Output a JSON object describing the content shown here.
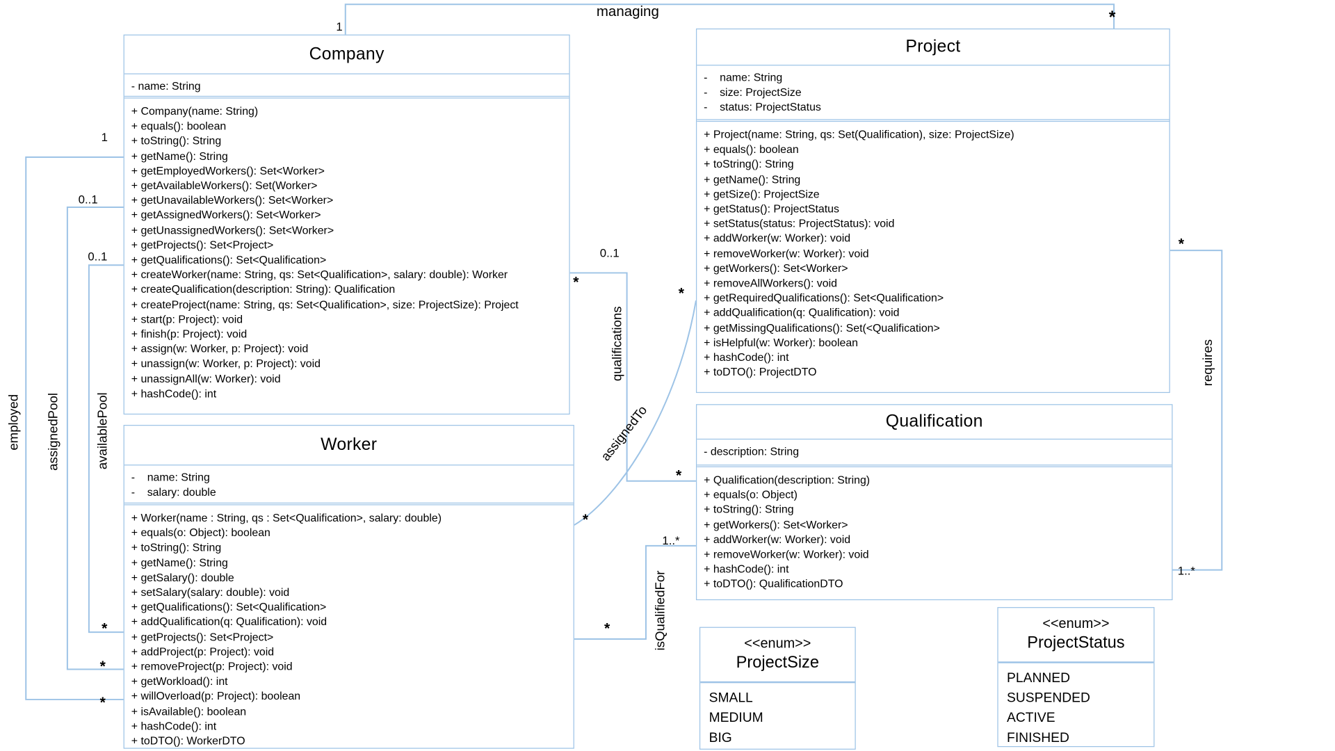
{
  "diagram": {
    "type": "uml-class-diagram",
    "colors": {
      "line": "#9DC3E6",
      "text": "#000000",
      "background": "#FFFFFF"
    },
    "classes": {
      "company": {
        "title": "Company",
        "attributes": [
          "- name: String"
        ],
        "methods": [
          "+ Company(name: String)",
          "+ equals(): boolean",
          "+ toString(): String",
          "+ getName(): String",
          "+ getEmployedWorkers(): Set<Worker>",
          "+ getAvailableWorkers(): Set(Worker>",
          "+ getUnavailableWorkers(): Set<Worker>",
          "+ getAssignedWorkers(): Set<Worker>",
          "+ getUnassignedWorkers(): Set<Worker>",
          "+ getProjects(): Set<Project>",
          "+ getQualifications(): Set<Qualification>",
          "+ createWorker(name: String, qs: Set<Qualification>, salary: double): Worker",
          "+ createQualification(description: String): Qualification",
          "+ createProject(name: String, qs: Set<Qualification>, size: ProjectSize): Project",
          "+ start(p: Project): void",
          "+ finish(p: Project): void",
          "+ assign(w: Worker, p: Project): void",
          "+ unassign(w: Worker, p: Project): void",
          "+ unassignAll(w: Worker): void",
          "+ hashCode(): int"
        ]
      },
      "worker": {
        "title": "Worker",
        "attributes": [
          "-    name: String",
          "-    salary: double"
        ],
        "methods": [
          "+ Worker(name : String, qs : Set<Qualification>, salary: double)",
          "+ equals(o: Object): boolean",
          "+ toString(): String",
          "+ getName(): String",
          "+ getSalary(): double",
          "+ setSalary(salary: double): void",
          "+ getQualifications(): Set<Qualification>",
          "+ addQualification(q: Qualification): void",
          "+ getProjects(): Set<Project>",
          "+ addProject(p: Project): void",
          "+ removeProject(p: Project): void",
          "+ getWorkload(): int",
          "+ willOverload(p: Project): boolean",
          "+ isAvailable(): boolean",
          "+ hashCode(): int",
          "+ toDTO(): WorkerDTO"
        ]
      },
      "project": {
        "title": "Project",
        "attributes": [
          "-    name: String",
          "-    size: ProjectSize",
          "-    status: ProjectStatus"
        ],
        "methods": [
          "+ Project(name: String, qs: Set(Qualification), size: ProjectSize)",
          "+ equals(): boolean",
          "+ toString(): String",
          "+ getName(): String",
          "+ getSize(): ProjectSize",
          "+ getStatus(): ProjectStatus",
          "+ setStatus(status: ProjectStatus): void",
          "+ addWorker(w: Worker): void",
          "+ removeWorker(w: Worker): void",
          "+ getWorkers(): Set<Worker>",
          "+ removeAllWorkers(): void",
          "+ getRequiredQualifications(): Set<Qualification>",
          "+ addQualification(q: Qualification): void",
          "+ getMissingQualifications(): Set(<Qualification>",
          "+ isHelpful(w: Worker): boolean",
          "+ hashCode(): int",
          "+ toDTO(): ProjectDTO"
        ]
      },
      "qualification": {
        "title": "Qualification",
        "attributes": [
          "- description: String"
        ],
        "methods": [
          "+ Qualification(description: String)",
          "+ equals(o: Object)",
          "+ toString(): String",
          "+ getWorkers(): Set<Worker>",
          "+ addWorker(w: Worker): void",
          "+ removeWorker(w: Worker): void",
          "+ hashCode(): int",
          "+ toDTO(): QualificationDTO"
        ]
      }
    },
    "enums": {
      "project_size": {
        "stereotype": "<<enum>>",
        "name": "ProjectSize",
        "values": [
          "SMALL",
          "MEDIUM",
          "BIG"
        ]
      },
      "project_status": {
        "stereotype": "<<enum>>",
        "name": "ProjectStatus",
        "values": [
          "PLANNED",
          "SUSPENDED",
          "ACTIVE",
          "FINISHED"
        ]
      }
    },
    "associations": {
      "managing": {
        "label": "managing",
        "company_end": "1",
        "project_end": "*"
      },
      "employed": {
        "label": "employed",
        "company_end": "1",
        "worker_end": "*"
      },
      "assigned_pool": {
        "label": "assignedPool",
        "company_end": "0..1",
        "worker_end": "*"
      },
      "available_pool": {
        "label": "availablePool",
        "company_end": "0..1",
        "worker_end": "*"
      },
      "qualifications": {
        "label": "qualifications",
        "company_end_upper": "0..1",
        "company_end_lower": "*",
        "qualification_end": "*"
      },
      "assigned_to": {
        "label": "assignedTo",
        "worker_end": "*",
        "project_end": "*"
      },
      "is_qualified_for": {
        "label": "isQualifiedFor",
        "worker_end": "*",
        "qualification_end": "1..*"
      },
      "requires": {
        "label": "requires",
        "project_end": "*",
        "qualification_end": "1..*"
      }
    }
  }
}
